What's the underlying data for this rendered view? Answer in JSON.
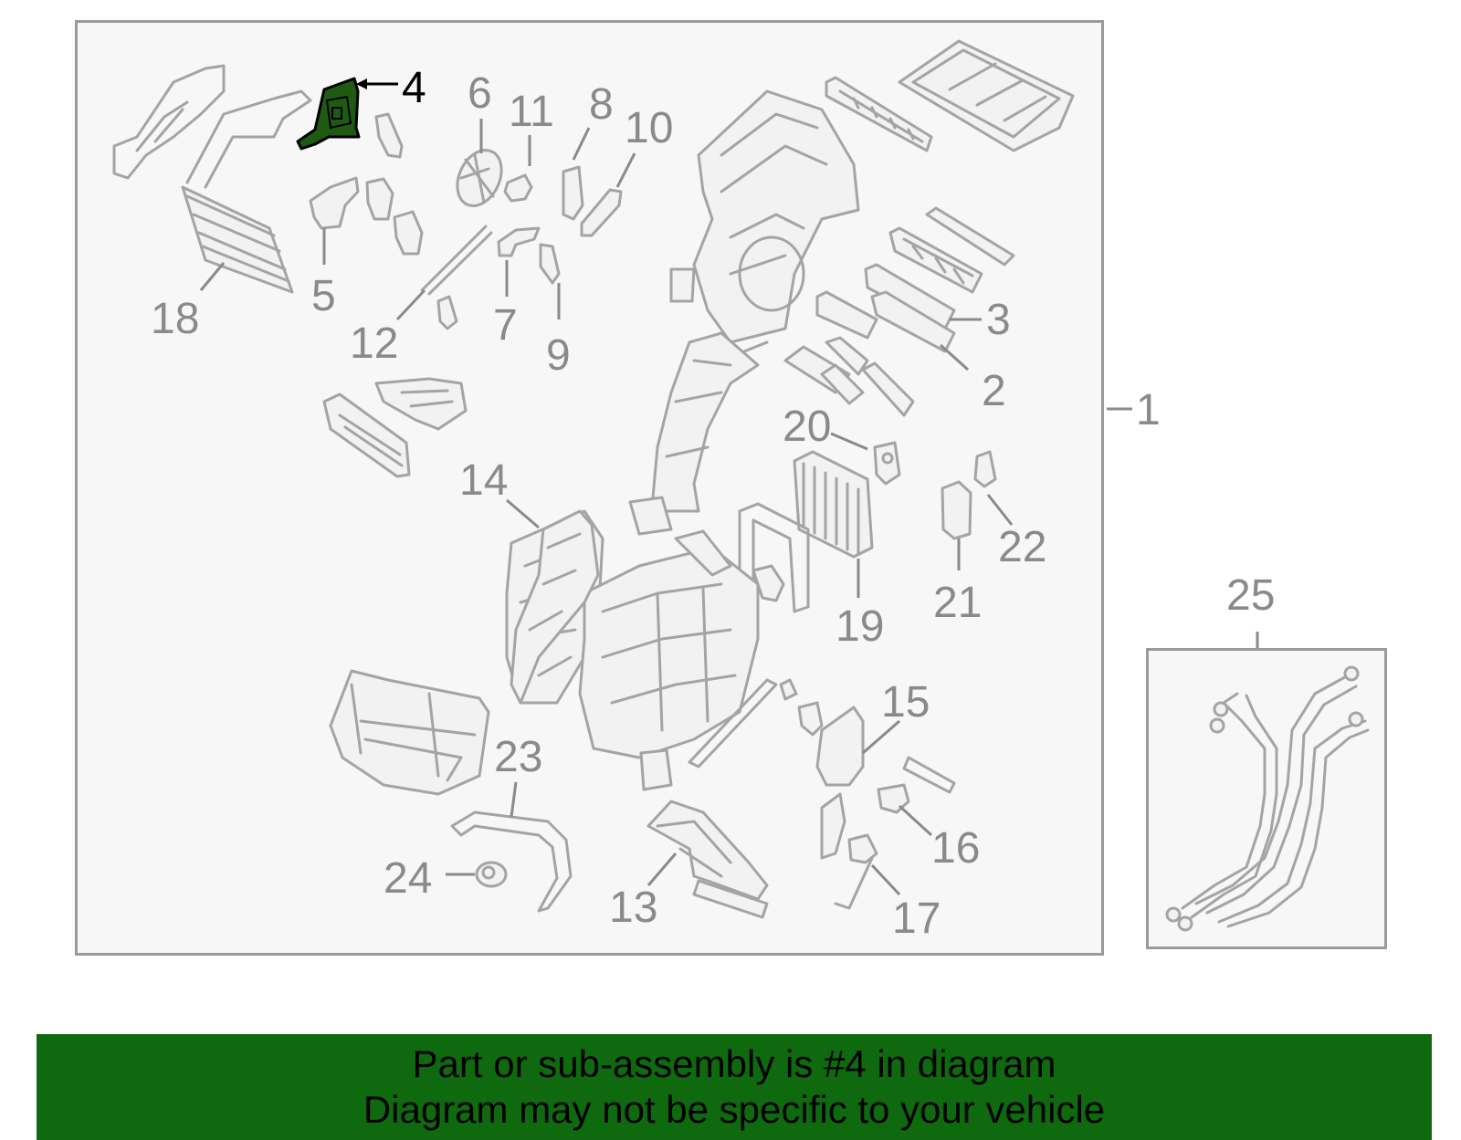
{
  "highlighted_part": "4",
  "callouts": {
    "c1": "1",
    "c2": "2",
    "c3": "3",
    "c4": "4",
    "c5": "5",
    "c6": "6",
    "c7": "7",
    "c8": "8",
    "c9": "9",
    "c10": "10",
    "c11": "11",
    "c12": "12",
    "c13": "13",
    "c14": "14",
    "c15": "15",
    "c16": "16",
    "c17": "17",
    "c18": "18",
    "c19": "19",
    "c20": "20",
    "c21": "21",
    "c22": "22",
    "c23": "23",
    "c24": "24",
    "c25": "25"
  },
  "banner": {
    "line1": "Part or sub-assembly is #4 in diagram",
    "line2": "Diagram may not be specific to your vehicle"
  },
  "colors": {
    "banner_bg": "#0f6a0f",
    "highlight_fill": "#1f5a12",
    "line_gray": "#a4a4a4"
  }
}
